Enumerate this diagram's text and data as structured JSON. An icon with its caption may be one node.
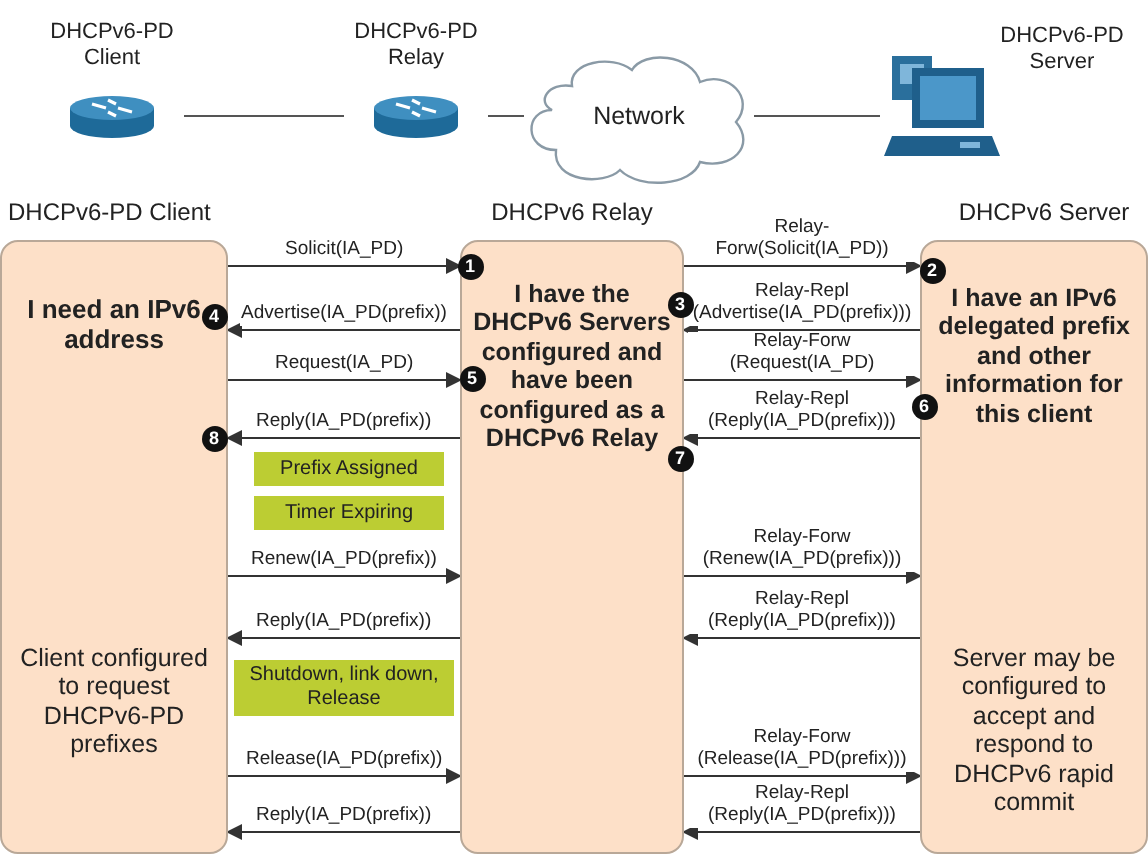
{
  "diagram": {
    "nodes": [
      {
        "text": [
          "DHCPv6-PD Client"
        ]
      },
      {
        "text": [
          "DHCPv6-PD Relay"
        ]
      },
      {
        "text": [
          "Network"
        ]
      },
      {
        "text": [
          "DHCPv6-PD Server"
        ]
      },
      {
        "text": [
          "DHCPv6-PD Client",
          "I need an IPv6 address",
          "Client configured to request DHCPv6-PD prefixes"
        ]
      },
      {
        "text": [
          "DHCPv6 Relay",
          "I have the DHCPv6 Servers configured and have been configured as a DHCPv6 Relay"
        ]
      },
      {
        "text": [
          "DHCPv6 Server",
          "I have an IPv6 delegated prefix and other information for this client",
          "Server may be configured to accept and respond to DHCPv6 rapid commit"
        ]
      },
      {
        "text": [
          "Prefix Assigned"
        ]
      },
      {
        "text": [
          "Timer Expiring"
        ]
      },
      {
        "text": [
          "Shutdown, link down, Release"
        ]
      }
    ],
    "edges": [
      {
        "from": 0,
        "to": 1,
        "arrow": "none"
      },
      {
        "from": 1,
        "to": 2,
        "arrow": "none"
      },
      {
        "from": 2,
        "to": 3,
        "arrow": "none"
      },
      {
        "from": 4,
        "to": 5,
        "arrow": "to",
        "label": "Solicit(IA_PD)"
      },
      {
        "from": 5,
        "to": 6,
        "arrow": "to",
        "label": "Relay-Forw(Solicit(IA_PD))"
      },
      {
        "from": 6,
        "to": 5,
        "arrow": "to",
        "label": "Relay-Repl (Advertise(IA_PD(prefix)))"
      },
      {
        "from": 5,
        "to": 4,
        "arrow": "to",
        "label": "Advertise(IA_PD(prefix))"
      },
      {
        "from": 4,
        "to": 5,
        "arrow": "to",
        "label": "Request(IA_PD)"
      },
      {
        "from": 5,
        "to": 6,
        "arrow": "to",
        "label": "Relay-Forw (Request(IA_PD)"
      },
      {
        "from": 6,
        "to": 5,
        "arrow": "to",
        "label": "Relay-Repl (Reply(IA_PD(prefix)))"
      },
      {
        "from": 5,
        "to": 4,
        "arrow": "to",
        "label": "Reply(IA_PD(prefix))"
      },
      {
        "from": 4,
        "to": 5,
        "arrow": "to",
        "label": "Renew(IA_PD(prefix))"
      },
      {
        "from": 5,
        "to": 6,
        "arrow": "to",
        "label": "Relay-Forw (Renew(IA_PD(prefix)))"
      },
      {
        "from": 6,
        "to": 5,
        "arrow": "to",
        "label": "Relay-Repl (Reply(IA_PD(prefix)))"
      },
      {
        "from": 5,
        "to": 4,
        "arrow": "to",
        "label": "Reply(IA_PD(prefix))"
      },
      {
        "from": 4,
        "to": 5,
        "arrow": "to",
        "label": "Release(IA_PD(prefix))"
      },
      {
        "from": 5,
        "to": 6,
        "arrow": "to",
        "label": "Relay-Forw (Release(IA_PD(prefix)))"
      },
      {
        "from": 6,
        "to": 5,
        "arrow": "to",
        "label": "Relay-Repl (Reply(IA_PD(prefix)))"
      },
      {
        "from": 5,
        "to": 4,
        "arrow": "to",
        "label": "Reply(IA_PD(prefix))"
      }
    ],
    "labels": [
      "1",
      "2",
      "3",
      "4",
      "5",
      "6",
      "8",
      "7"
    ]
  }
}
